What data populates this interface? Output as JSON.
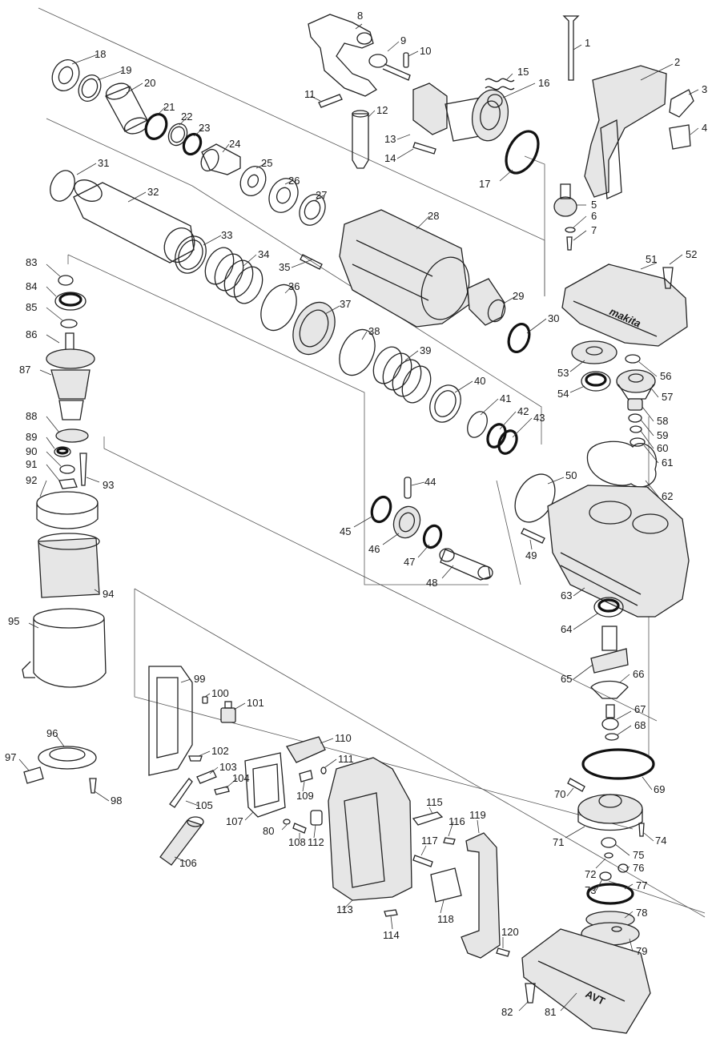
{
  "labels": [
    "1",
    "2",
    "3",
    "4",
    "5",
    "6",
    "7",
    "8",
    "9",
    "10",
    "11",
    "12",
    "13",
    "14",
    "15",
    "16",
    "17",
    "18",
    "19",
    "20",
    "21",
    "22",
    "23",
    "24",
    "25",
    "26",
    "27",
    "28",
    "29",
    "30",
    "31",
    "32",
    "33",
    "34",
    "35",
    "36",
    "37",
    "38",
    "39",
    "40",
    "41",
    "42",
    "43",
    "44",
    "45",
    "46",
    "47",
    "48",
    "49",
    "50",
    "51",
    "52",
    "53",
    "54",
    "56",
    "57",
    "58",
    "59",
    "60",
    "61",
    "62",
    "63",
    "64",
    "65",
    "66",
    "67",
    "68",
    "69",
    "70",
    "71",
    "72",
    "73",
    "74",
    "75",
    "76",
    "77",
    "78",
    "79",
    "80",
    "81",
    "82",
    "83",
    "84",
    "85",
    "86",
    "87",
    "88",
    "89",
    "90",
    "91",
    "92",
    "93",
    "94",
    "95",
    "96",
    "97",
    "98",
    "99",
    "100",
    "101",
    "102",
    "103",
    "104",
    "105",
    "106",
    "107",
    "108",
    "109",
    "110",
    "111",
    "112",
    "113",
    "114",
    "115",
    "116",
    "117",
    "118",
    "119",
    "120"
  ],
  "housing_logo": "makita",
  "cover_badge": "AVT"
}
